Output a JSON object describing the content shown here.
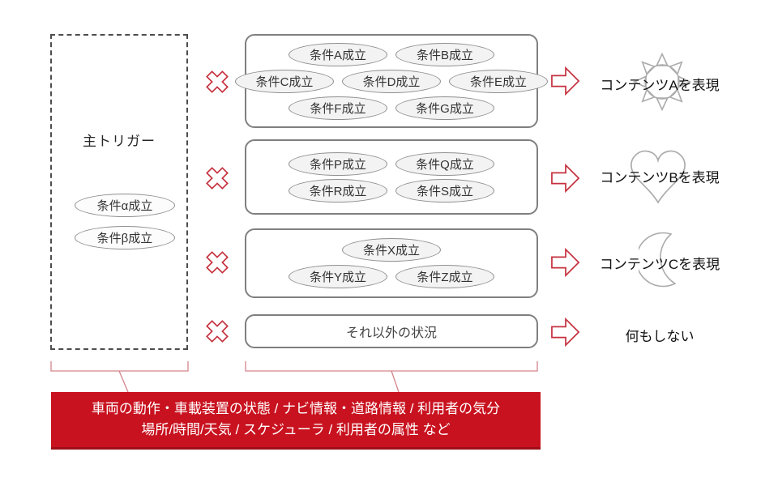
{
  "trigger": {
    "title": "主トリガー",
    "conditions": [
      "条件α成立",
      "条件β成立"
    ]
  },
  "operator_icon": "multiply-cross",
  "groups": [
    {
      "rows": [
        [
          "条件A成立",
          "条件B成立"
        ],
        [
          "条件C成立",
          "条件D成立",
          "条件E成立"
        ],
        [
          "条件F成立",
          "条件G成立"
        ]
      ]
    },
    {
      "rows": [
        [
          "条件P成立",
          "条件Q成立"
        ],
        [
          "条件R成立",
          "条件S成立"
        ]
      ]
    },
    {
      "rows": [
        [
          "条件X成立"
        ],
        [
          "条件Y成立",
          "条件Z成立"
        ]
      ]
    },
    {
      "label": "それ以外の状況"
    }
  ],
  "outputs": [
    {
      "label": "コンテンツAを表現",
      "icon": "sun-icon"
    },
    {
      "label": "コンテンツBを表現",
      "icon": "heart-icon"
    },
    {
      "label": "コンテンツCを表現",
      "icon": "moon-icon"
    },
    {
      "label": "何もしない",
      "icon": ""
    }
  ],
  "banner": {
    "line1": "車両の動作・車載装置の状態 / ナビ情報・道路情報 / 利用者の気分",
    "line2": "場所/時間/天気 / スケジューラ / 利用者の属性 など"
  },
  "colors": {
    "accent_red": "#C5303E",
    "banner_red": "#C9121F",
    "icon_gray": "#ABABAB",
    "box_border_gray": "#7F7F7F"
  }
}
